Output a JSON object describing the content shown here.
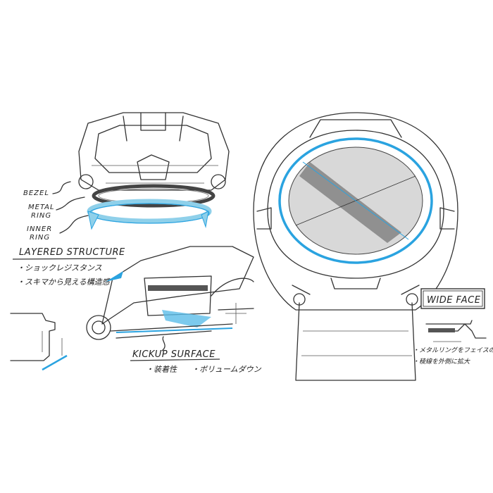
{
  "labels": {
    "bezel": "BEZEL",
    "metal_ring_1": "METAL",
    "metal_ring_2": "RING",
    "inner_ring_1": "INNER",
    "inner_ring_2": "RING",
    "layered_structure": "LAYERED STRUCTURE",
    "layered_note_1": "・ショックレジスタンス",
    "layered_note_2": "・スキマから見える構造感",
    "kickup_surface": "KICKUP SURFACE",
    "kickup_note_1": "・装着性",
    "kickup_note_2": "・ボリュームダウン",
    "wide_face": "WIDE FACE",
    "wide_note_1": "・メタルリングをフェイスの一部に",
    "wide_note_2": "・稜線を外側に拡大"
  },
  "colors": {
    "accent_blue": "#2aa3e0",
    "light_blue": "#8fd0ea",
    "ink": "#333333",
    "shade": "#9a9a9a"
  }
}
